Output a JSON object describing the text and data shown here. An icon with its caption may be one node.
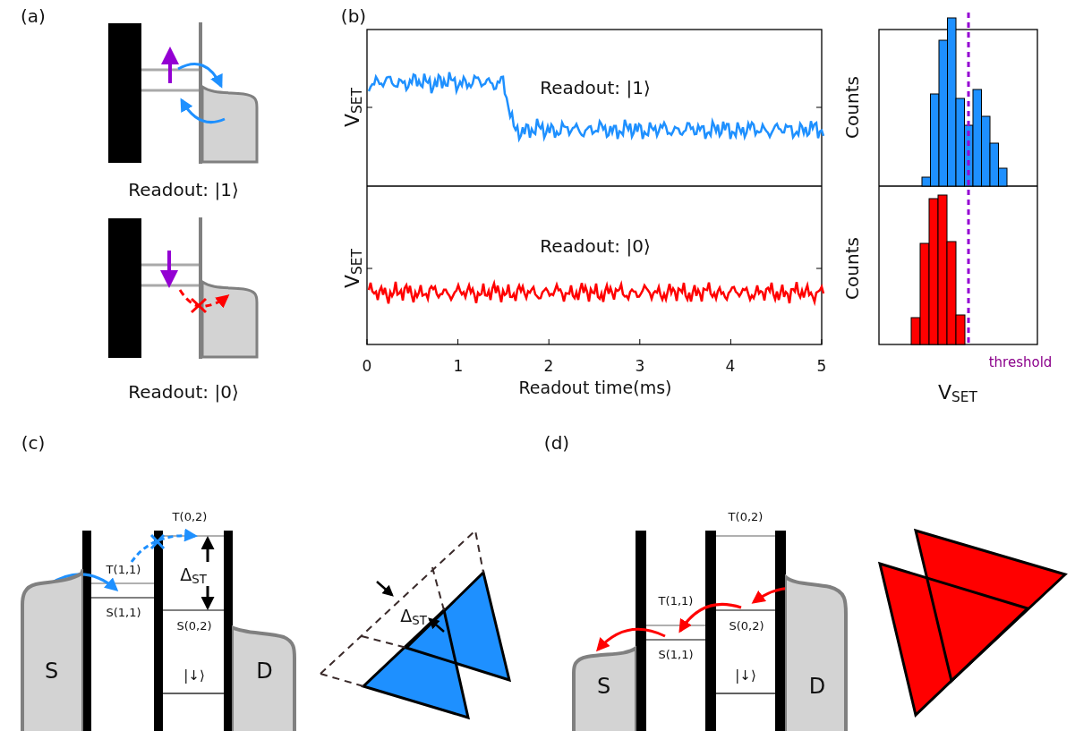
{
  "diagram": {
    "nodes": [
      {
        "text": [
          "S"
        ]
      },
      {
        "text": [
          "D"
        ]
      },
      {
        "text": [
          "S"
        ]
      },
      {
        "text": [
          "D"
        ]
      }
    ],
    "labels": [
      "(a)",
      "(b)",
      "Readout: |1⟩",
      "V$_{SET}$",
      "Counts",
      "Readout: |1⟩",
      "Readout: |0⟩",
      "V$_{SET}$",
      "Counts",
      "0",
      "1",
      "2",
      "3",
      "4",
      "5",
      "threshold",
      "Readout: |0⟩",
      "Readout time(ms)",
      "V$_{SET}$",
      "(c)",
      "(d)",
      "T(0,2)",
      "T(0,2)",
      "T(1,1)",
      "Δ$_{ST}$",
      "S(1,1)",
      "S(0,2)",
      "Δ$_{ST}$",
      "|↓⟩",
      "T(1,1)",
      "S(0,2)",
      "S(1,1)",
      "|↓⟩"
    ]
  }
}
